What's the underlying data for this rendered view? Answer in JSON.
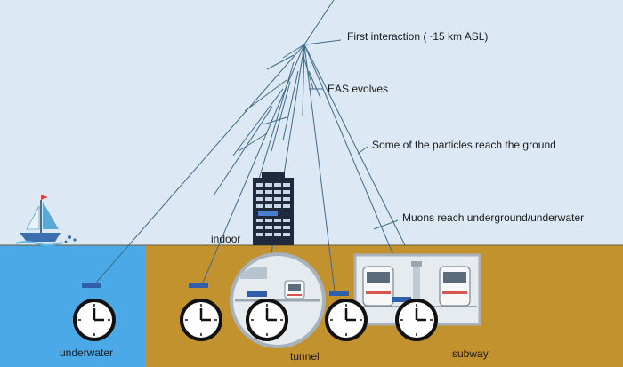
{
  "annotations": {
    "first_interaction": "First interaction (~15 km ASL)",
    "eas_evolves": "EAS evolves",
    "particles_reach_ground": "Some of the particles reach the ground",
    "muons_underground": "Muons reach underground/underwater"
  },
  "locations": {
    "indoor": "indoor",
    "underwater": "underwater",
    "tunnel": "tunnel",
    "subway": "subway"
  },
  "colors": {
    "sky": "#dce8f3",
    "water": "#4aa9e6",
    "ground": "#c2922f",
    "shower_line": "#3f6b8a",
    "detector": "#2f5fa8",
    "building": "#1f2a3d"
  },
  "icons": [
    "sailboat-icon",
    "building-icon",
    "clock-icon",
    "train-icon"
  ]
}
